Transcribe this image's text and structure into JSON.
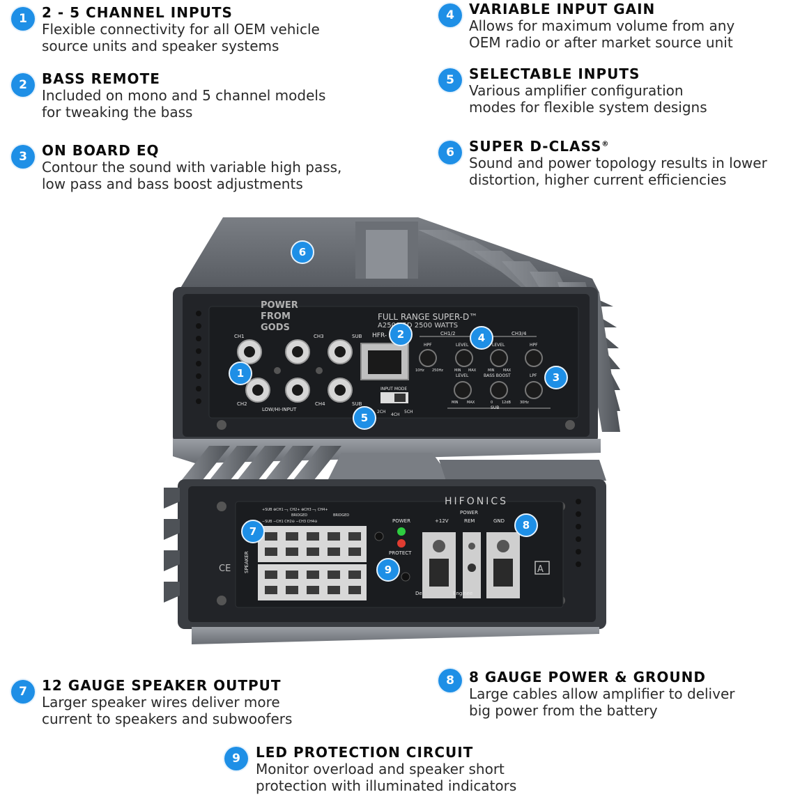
{
  "features": [
    {
      "num": "1",
      "title": "2 - 5 CHANNEL INPUTS",
      "line1": "Flexible connectivity for all OEM vehicle",
      "line2": "source units and speaker systems"
    },
    {
      "num": "2",
      "title": "BASS REMOTE",
      "line1": "Included on mono and 5 channel models",
      "line2": "for tweaking the bass"
    },
    {
      "num": "3",
      "title": "ON BOARD EQ",
      "line1": "Contour the sound with variable high pass,",
      "line2": "low pass and bass boost adjustments"
    },
    {
      "num": "4",
      "title": "VARIABLE INPUT GAIN",
      "line1": "Allows for maximum volume from any",
      "line2": "OEM radio or after market source unit"
    },
    {
      "num": "5",
      "title": "SELECTABLE INPUTS",
      "line1": "Various amplifier configuration",
      "line2": "modes for flexible system designs"
    },
    {
      "num": "6",
      "title": "SUPER D-CLASS",
      "title_mark": "®",
      "line1": "Sound and power topology results in lower",
      "line2": "distortion, higher current efficiencies"
    },
    {
      "num": "7",
      "title": "12  GAUGE SPEAKER OUTPUT",
      "line1": "Larger speaker wires deliver more",
      "line2": "current to speakers and subwoofers"
    },
    {
      "num": "8",
      "title": "8  GAUGE POWER & GROUND",
      "line1": "Large cables allow amplifier to deliver",
      "line2": "big power from the battery"
    },
    {
      "num": "9",
      "title": "LED PROTECTION CIRCUIT",
      "line1": "Monitor overload and speaker short",
      "line2": "protection with illuminated indicators"
    }
  ],
  "top_amp": {
    "brand": [
      "POWER",
      "FROM",
      "GODS"
    ],
    "model_line1": "FULL RANGE SUPER-D™",
    "model_line2": "A2500.5D     2500 WATTS",
    "ch1": "CH1",
    "ch2": "CH2",
    "ch3": "CH3",
    "ch4": "CH4",
    "sub_top": "SUB",
    "sub_bottom": "SUB",
    "input_label": "LOW/HI-INPUT",
    "hfr": "HFR-",
    "input_mode": "INPUT MODE",
    "mode_2ch": "2CH",
    "mode_4ch": "4CH",
    "mode_5ch": "5CH",
    "ch12": "CH1/2",
    "ch34": "CH3/4",
    "hpf": "HPF",
    "level": "LEVEL",
    "lpf": "LPF",
    "bass_boost": "BASS BOOST",
    "sub": "SUB",
    "hz10": "10Hz",
    "hz250": "250Hz",
    "min": "MIN",
    "max": "MAX",
    "db0": "0",
    "db12": "12dB",
    "hz30": "30Hz"
  },
  "bottom_amp": {
    "brand": "HIFONICS",
    "speaker": "SPEAKER",
    "power": "POWER",
    "protect": "PROTECT",
    "power_header": "POWER",
    "v12": "+12V",
    "rem": "REM",
    "gnd": "GND",
    "ce": "CE",
    "a_mark": "A",
    "bridged": "BRIDGED",
    "term_top": "+SUB   ⊕CH1 ─┐   CH2+   ⊕CH3 ─┐   CH4+",
    "term_bottom": "−SUB   −CH1       CH2⊖   −CH3       CH4⊖",
    "foot_left": "De",
    "foot_mid": "Enginee"
  },
  "markers": [
    "6",
    "2",
    "4",
    "1",
    "3",
    "5",
    "7",
    "8",
    "9"
  ]
}
